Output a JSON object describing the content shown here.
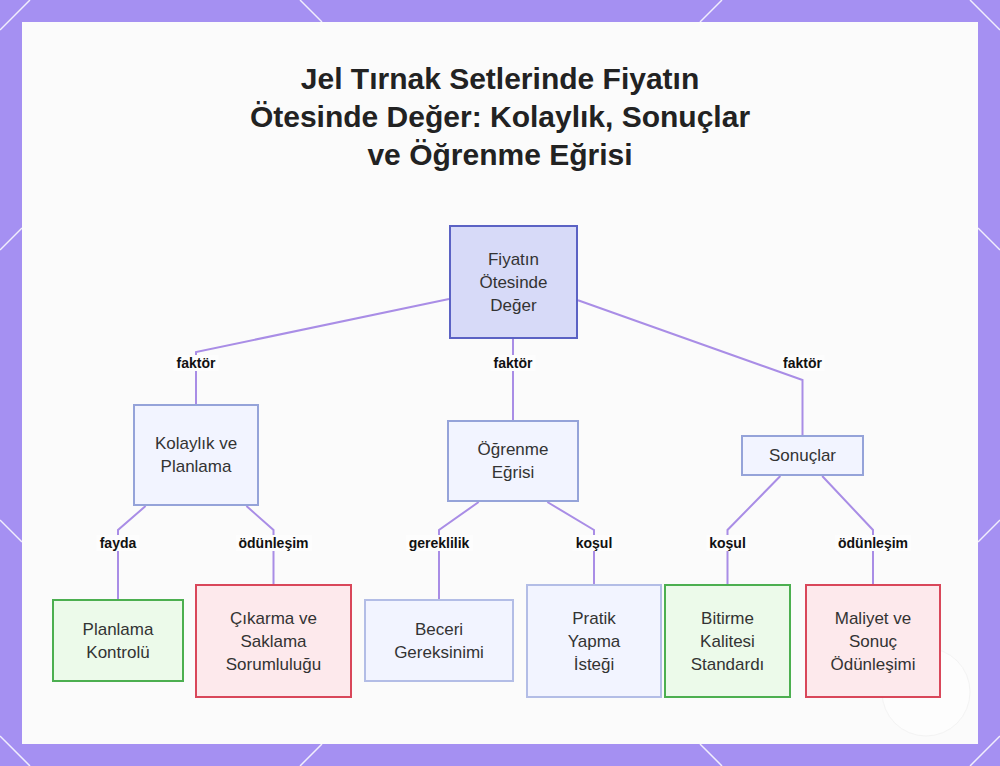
{
  "diagram": {
    "title": "Jel Tırnak Setlerinde Fiyatın Ötesinde Değer: Kolaylık, Sonuçlar ve Öğrenme Eğrisi",
    "nodes": [
      {
        "text": [
          "Fiyatın Ötesinde Değer"
        ]
      },
      {
        "text": [
          "Kolaylık ve Planlama"
        ]
      },
      {
        "text": [
          "Öğrenme Eğrisi"
        ]
      },
      {
        "text": [
          "Sonuçlar"
        ]
      },
      {
        "text": [
          "Planlama Kontrolü"
        ]
      },
      {
        "text": [
          "Çıkarma ve Saklama Sorumluluğu"
        ]
      },
      {
        "text": [
          "Beceri Gereksinimi"
        ]
      },
      {
        "text": [
          "Pratik Yapma İsteği"
        ]
      },
      {
        "text": [
          "Bitirme Kalitesi Standardı"
        ]
      },
      {
        "text": [
          "Maliyet ve Sonuç Ödünleşimi"
        ]
      }
    ],
    "edges": [
      {
        "from": 0,
        "to": 1,
        "label": "faktör",
        "arrow": "none"
      },
      {
        "from": 0,
        "to": 2,
        "label": "faktör",
        "arrow": "none"
      },
      {
        "from": 0,
        "to": 3,
        "label": "faktör",
        "arrow": "none"
      },
      {
        "from": 1,
        "to": 4,
        "label": "fayda",
        "arrow": "none"
      },
      {
        "from": 1,
        "to": 5,
        "label": "ödünleşim",
        "arrow": "none"
      },
      {
        "from": 2,
        "to": 6,
        "label": "gereklilik",
        "arrow": "none"
      },
      {
        "from": 2,
        "to": 7,
        "label": "koşul",
        "arrow": "none"
      },
      {
        "from": 3,
        "to": 8,
        "label": "koşul",
        "arrow": "none"
      },
      {
        "from": 3,
        "to": 9,
        "label": "ödünleşim",
        "arrow": "none"
      }
    ]
  }
}
